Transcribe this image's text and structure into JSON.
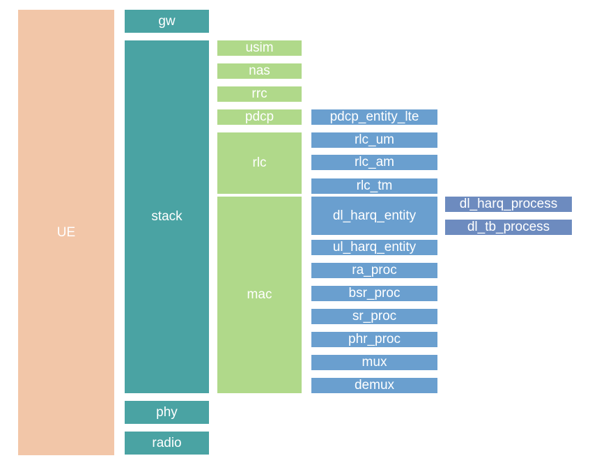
{
  "diagram": {
    "ue": "UE",
    "gw": "gw",
    "stack": "stack",
    "phy": "phy",
    "radio": "radio",
    "stack_layers": {
      "usim": "usim",
      "nas": "nas",
      "rrc": "rrc",
      "pdcp": "pdcp",
      "rlc": "rlc",
      "mac": "mac"
    },
    "pdcp_children": [
      "pdcp_entity_lte"
    ],
    "rlc_children": [
      "rlc_um",
      "rlc_am",
      "rlc_tm"
    ],
    "mac_children": [
      "dl_harq_entity",
      "ul_harq_entity",
      "ra_proc",
      "bsr_proc",
      "sr_proc",
      "phr_proc",
      "mux",
      "demux"
    ],
    "dl_harq_children": [
      "dl_harq_process",
      "dl_tb_process"
    ]
  },
  "colors": {
    "ue": "#f2c6a8",
    "teal": "#4aa3a3",
    "green": "#b0d98a",
    "blue": "#6a9fcf",
    "dark_blue": "#6d8bbf",
    "text": "#ffffff"
  }
}
